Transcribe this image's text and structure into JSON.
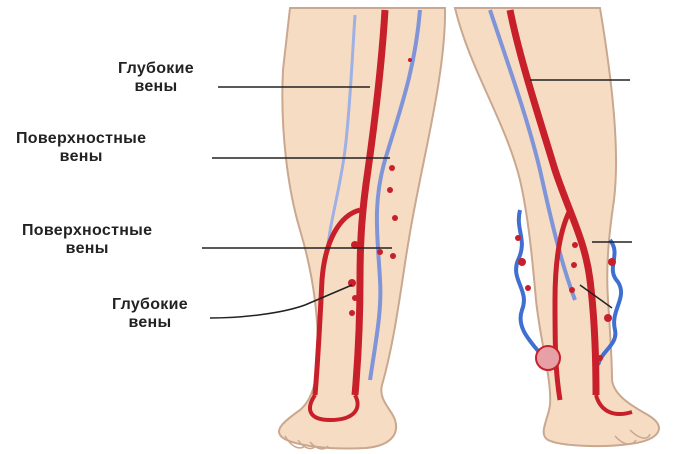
{
  "labels": {
    "deep_top": {
      "line1": "Глубокие",
      "line2": "вены"
    },
    "superficial_top": {
      "line1": "Поверхностные",
      "line2": "вены"
    },
    "superficial_mid": {
      "line1": "Поверхностные",
      "line2": "вены"
    },
    "deep_bottom": {
      "line1": "Глубокие",
      "line2": "вены"
    }
  },
  "colors": {
    "skin": "#f7dcc4",
    "skin_outline": "#c9a88f",
    "artery_red": "#c8202a",
    "vein_blue": "#7f95d8",
    "leader_line": "#222222"
  }
}
